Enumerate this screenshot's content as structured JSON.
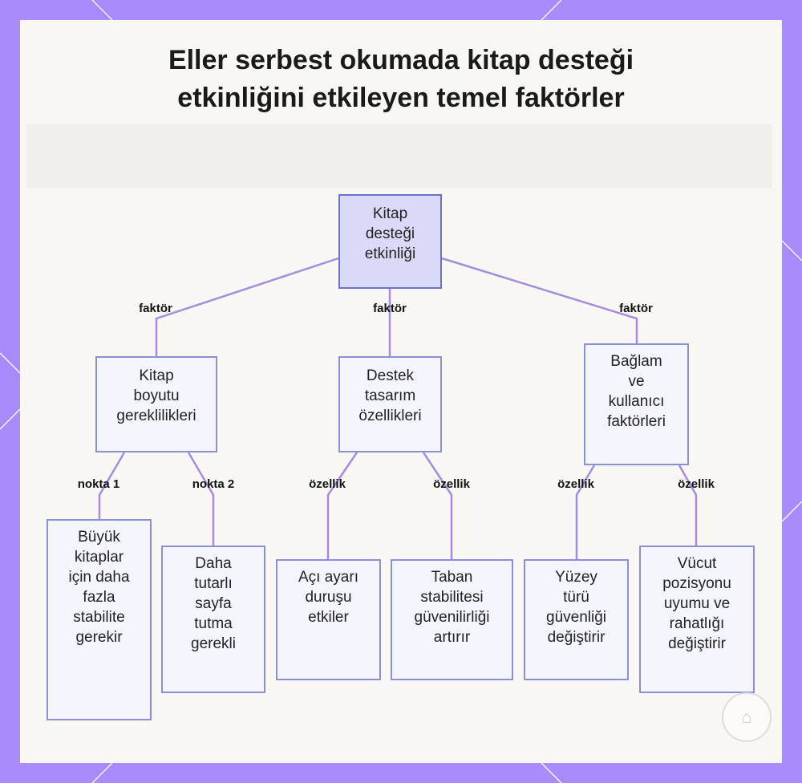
{
  "title": "Eller serbest okumada kitap desteği etkinliğini etkileyen temel faktörler",
  "nodes": {
    "root": "Kitap\ndesteği\netkinliği",
    "book_size": "Kitap\nboyutu\ngereklilikleri",
    "stand_design": "Destek\ntasarım\nözellikleri",
    "context": "Bağlam\nve\nkullanıcı\nfaktörleri",
    "large_books": "Büyük\nkitaplar\niçin daha\nfazla\nstabilite\ngerekir",
    "page_hold": "Daha\ntutarlı\nsayfa\ntutma\ngerekli",
    "angle": "Açı ayarı\nduruşu\netkiler",
    "base": "Taban\nstabilitesi\ngüvenilirliği\nartırır",
    "surface": "Yüzey\ntürü\ngüvenliği\ndeğiştirir",
    "posture": "Vücut\npozisyonu\nuyumu ve\nrahatlığı\ndeğiştirir"
  },
  "edge_labels": {
    "factor": "faktör",
    "point1": "nokta 1",
    "point2": "nokta 2",
    "feature": "özellik"
  },
  "colors": {
    "frame": "#a78bfa",
    "edge": "#a78bde",
    "node_border": "#8b8fd6",
    "root_fill": "#d8daf7",
    "node_fill": "#f4f5fc"
  }
}
